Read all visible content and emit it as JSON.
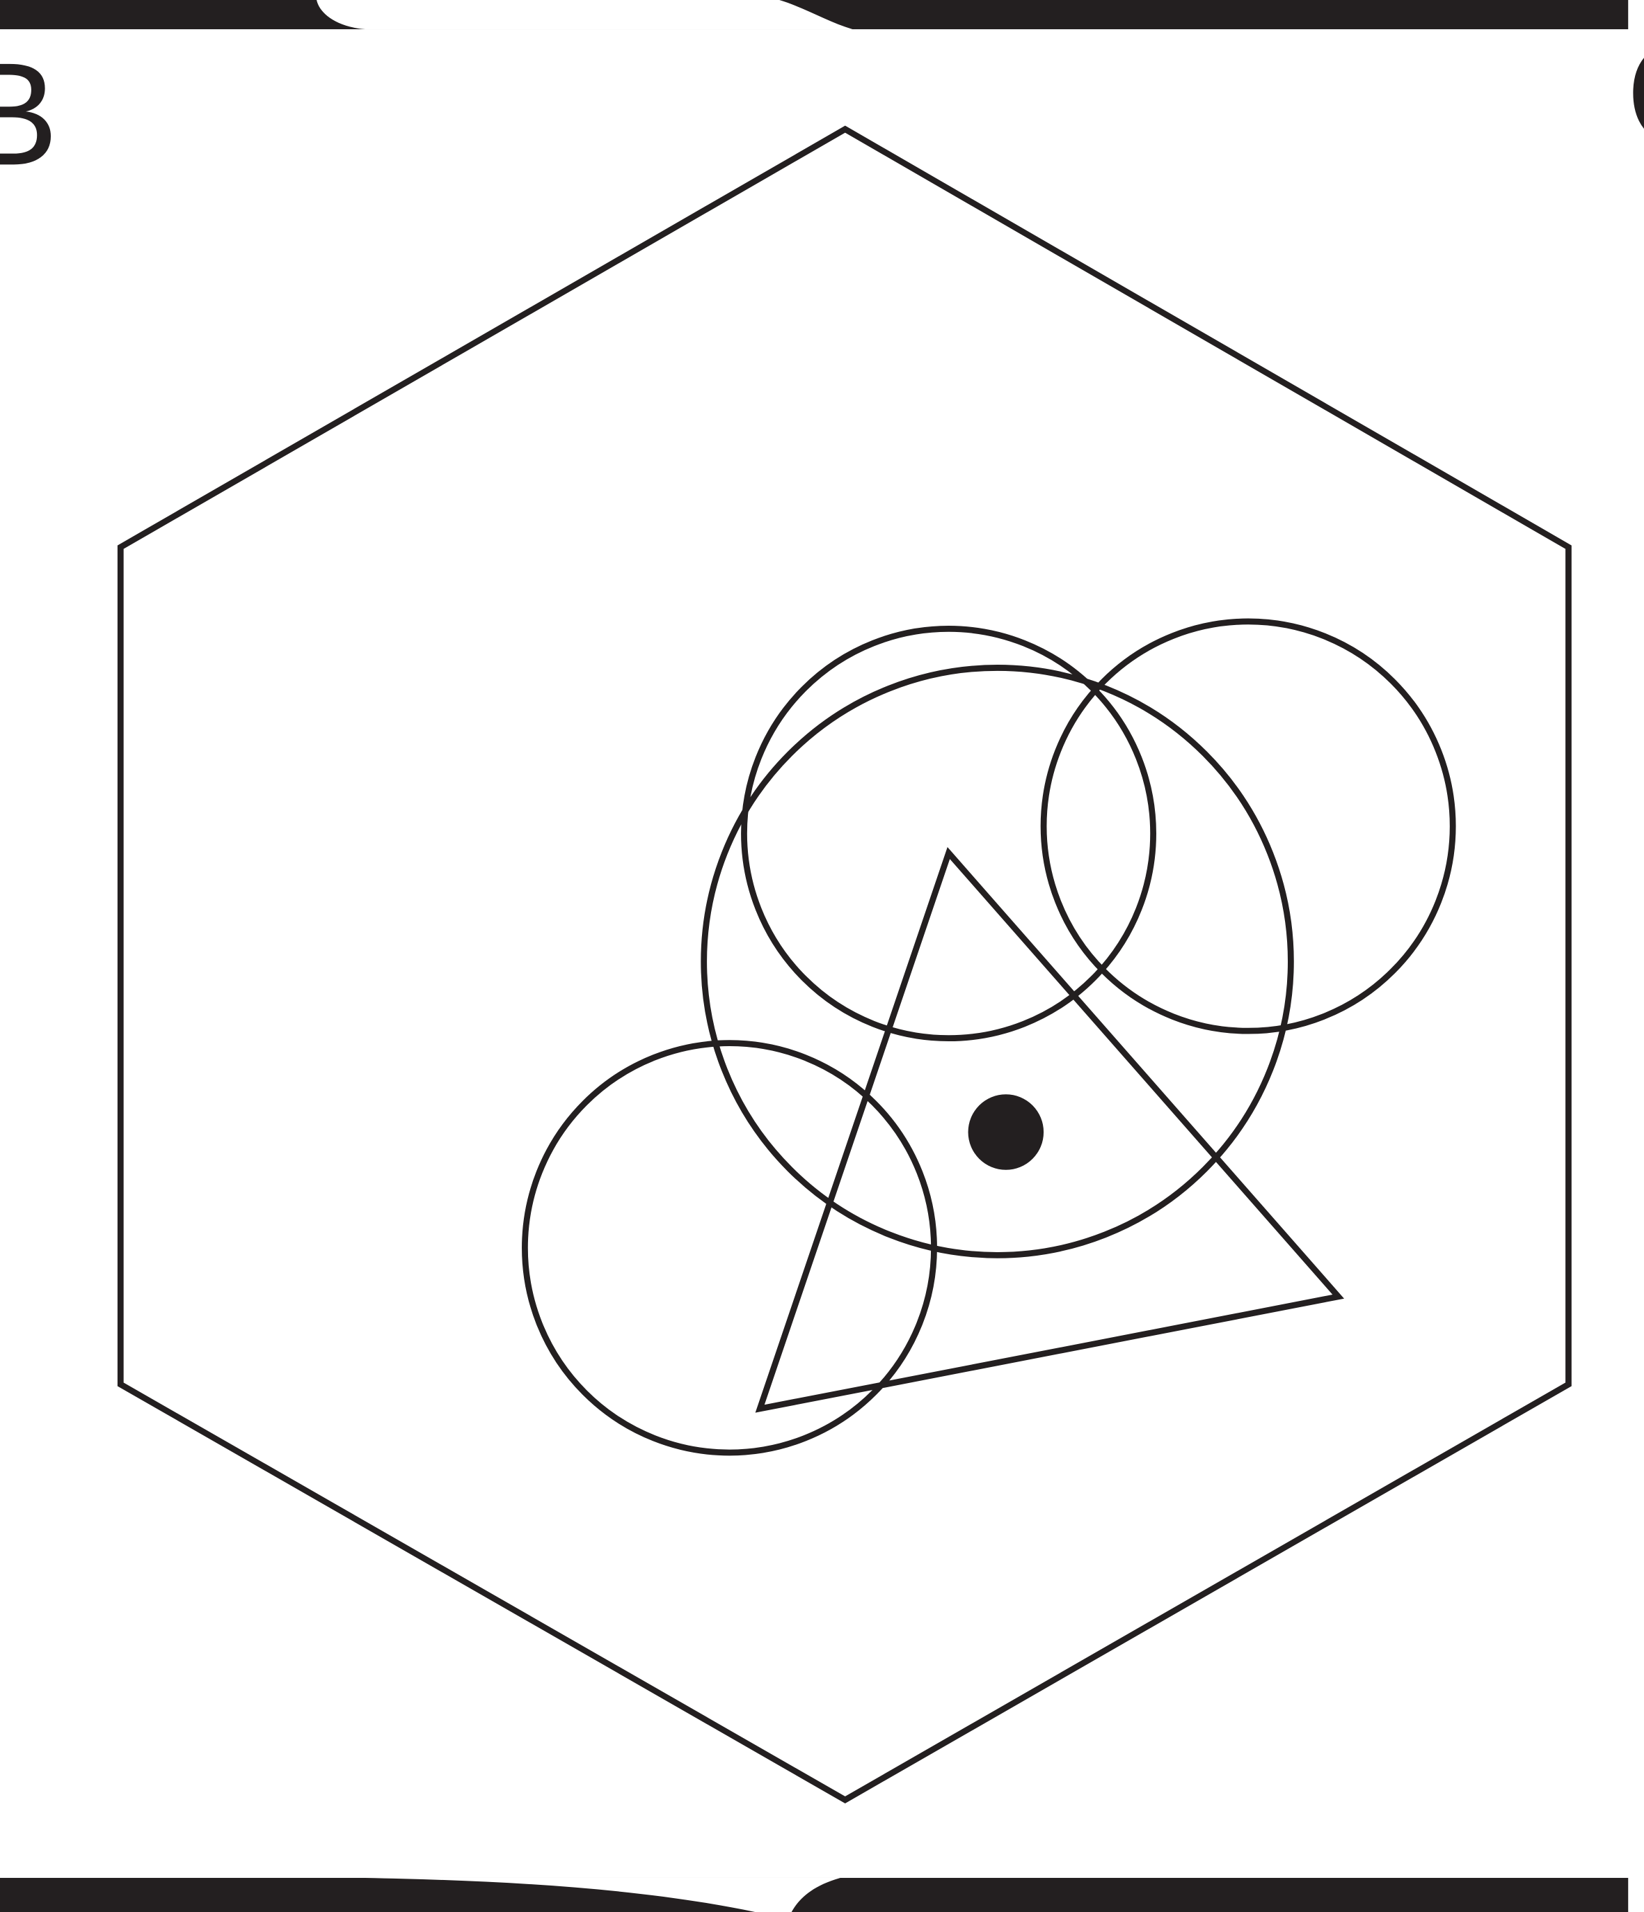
{
  "panel_labels": {
    "left": "B",
    "right": "C"
  },
  "colors": {
    "ink": "#231f20",
    "background": "#ffffff"
  },
  "shapes": [
    "hexagon",
    "circle",
    "circle",
    "circle",
    "circle",
    "triangle",
    "dot"
  ]
}
